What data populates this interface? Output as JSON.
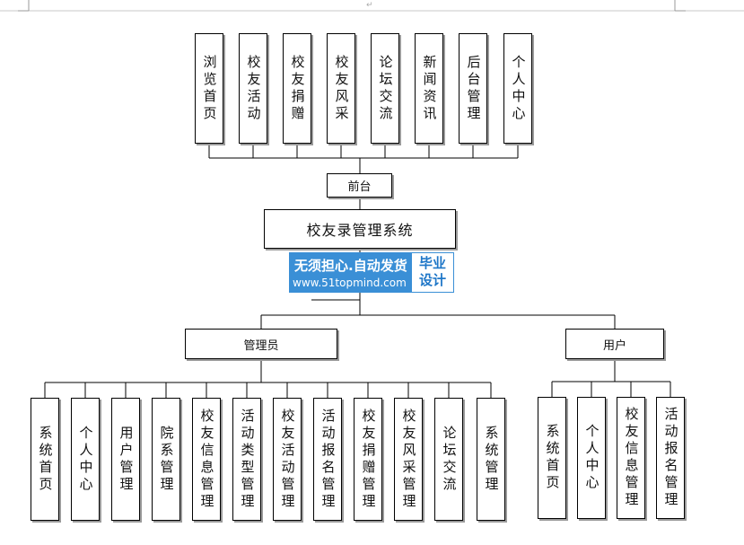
{
  "diagram": {
    "top_modules": [
      "浏览首页",
      "校友活动",
      "校友捐赠",
      "校友风采",
      "论坛交流",
      "新闻资讯",
      "后台管理",
      "个人中心"
    ],
    "frontend_label": "前台",
    "system_title": "校友录管理系统",
    "watermark": {
      "line1": "无须担心.自动发货",
      "line2": "www.51topmind.com",
      "badge_line1": "毕业",
      "badge_line2": "设计"
    },
    "admin_label": "管理员",
    "user_label": "用户",
    "admin_modules": [
      "系统首页",
      "个人中心",
      "用户管理",
      "院系管理",
      "校友信息管理",
      "活动类型管理",
      "校友活动管理",
      "活动报名管理",
      "校友捐赠管理",
      "校友风采管理",
      "论坛交流",
      "系统管理"
    ],
    "user_modules": [
      "系统首页",
      "个人中心",
      "校友信息管理",
      "活动报名管理"
    ],
    "colors": {
      "watermark_blue": "#3a8fd6",
      "line": "#000000"
    }
  }
}
